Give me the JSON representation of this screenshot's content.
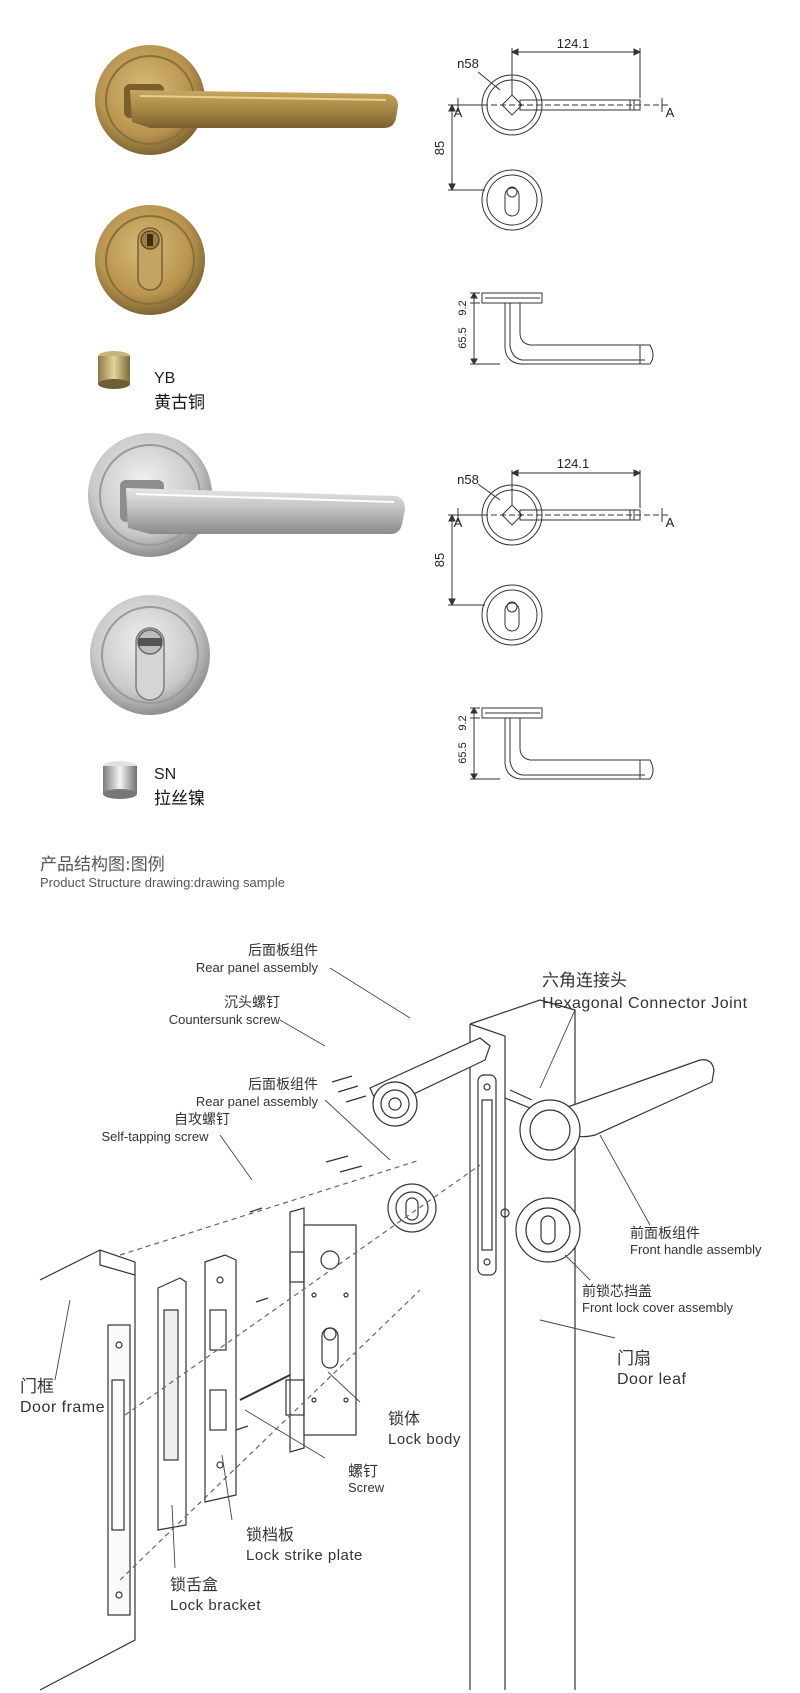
{
  "finishes": [
    {
      "code": "YB",
      "name": "黄古铜",
      "color": "#b89a52"
    },
    {
      "code": "SN",
      "name": "拉丝镍",
      "color": "#c9c9c9"
    }
  ],
  "drawings": {
    "width_dim": "124.1",
    "rose_label": "n58",
    "center_dim": "85",
    "section_label": "A",
    "depth_small": "9.2",
    "depth_total": "65.5"
  },
  "section": {
    "title_cn": "产品结构图:图例",
    "title_en": "Product Structure drawing:drawing sample"
  },
  "callouts": {
    "rear_panel_1": {
      "cn": "后面板组件",
      "en": "Rear panel assembly"
    },
    "countersunk": {
      "cn": "沉头螺钉",
      "en": "Countersunk screw"
    },
    "rear_panel_2": {
      "cn": "后面板组件",
      "en": "Rear panel assembly"
    },
    "self_tapping": {
      "cn": "自攻螺钉",
      "en": "Self-tapping screw"
    },
    "hex_joint": {
      "cn": "六角连接头",
      "en": "Hexagonal Connector Joint"
    },
    "front_handle": {
      "cn": "前面板组件",
      "en": "Front handle assembly"
    },
    "front_cover": {
      "cn": "前锁芯挡盖",
      "en": "Front lock cover assembly"
    },
    "door_leaf": {
      "cn": "门扇",
      "en": "Door leaf"
    },
    "door_frame": {
      "cn": "门框",
      "en": "Door frame"
    },
    "lock_body": {
      "cn": "锁体",
      "en": "Lock body"
    },
    "screw": {
      "cn": "螺钉",
      "en": "Screw"
    },
    "strike_plate": {
      "cn": "锁档板",
      "en": "Lock strike plate"
    },
    "lock_bracket": {
      "cn": "锁舌盒",
      "en": "Lock bracket"
    }
  }
}
